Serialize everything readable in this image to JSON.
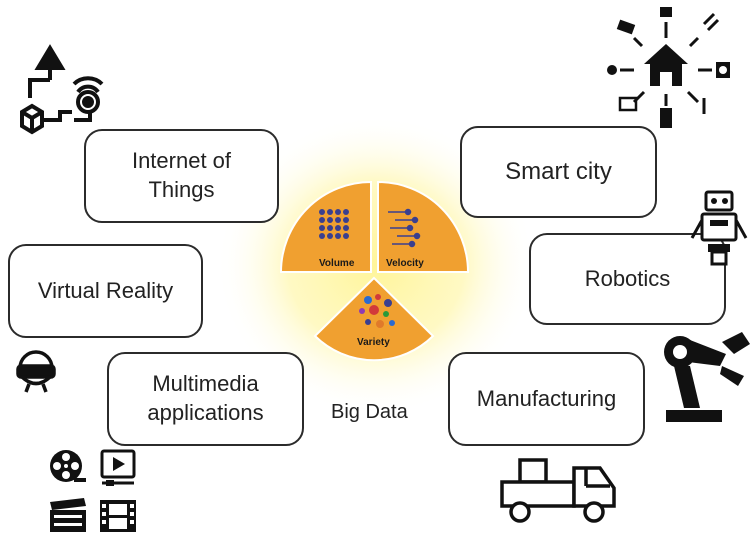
{
  "center": {
    "title": "Big Data",
    "segments": [
      "Volume",
      "Velocity",
      "Variety"
    ]
  },
  "boxes": {
    "iot": "Internet of\nThings",
    "virtual_reality": "Virtual Reality",
    "multimedia": "Multimedia\napplications",
    "smart_city": "Smart city",
    "robotics": "Robotics",
    "manufacturing": "Manufacturing"
  },
  "icons": [
    "iot-icon",
    "vr-headset-icon",
    "film-reel-icon",
    "video-player-icon",
    "clapperboard-icon",
    "film-strip-icon",
    "smart-home-icon",
    "robot-icon",
    "robot-arm-icon",
    "truck-icon"
  ],
  "colors": {
    "segment": "#f0a030",
    "glow": "#fff36a",
    "outline": "#2b2b2b"
  }
}
